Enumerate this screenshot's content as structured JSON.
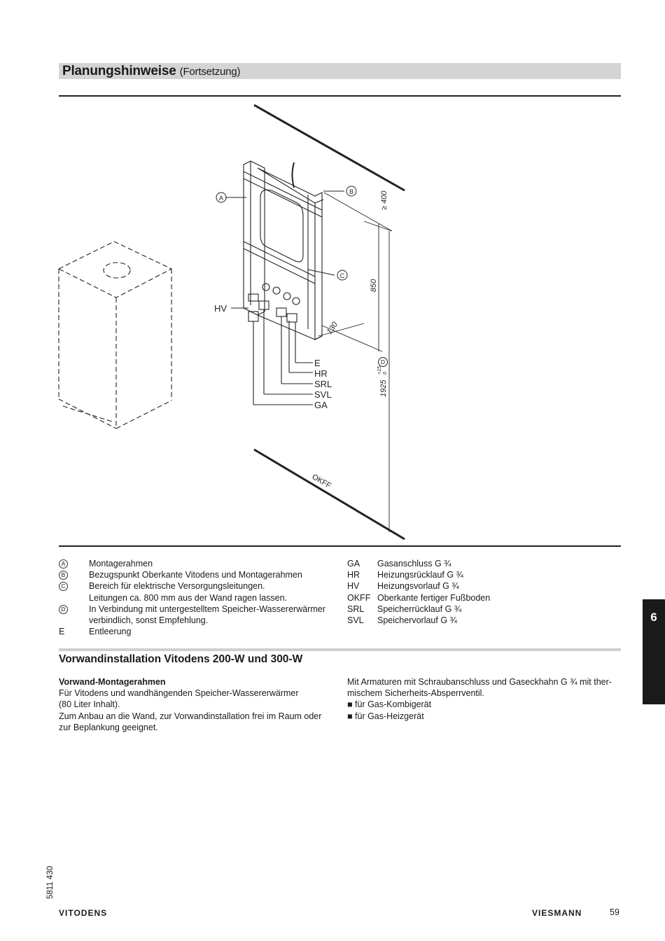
{
  "header": {
    "title": "Planungshinweise",
    "subtitle": "(Fortsetzung)"
  },
  "figure": {
    "labels": {
      "A": "A",
      "B": "B",
      "C": "C",
      "D": "D",
      "HV": "HV",
      "E": "E",
      "HR": "HR",
      "SRL": "SRL",
      "SVL": "SVL",
      "GA": "GA",
      "OKFF": "OKFF"
    },
    "dimensions": {
      "top": "≥ 400",
      "height": "850",
      "depth": "130",
      "total": "1925",
      "total_tol_plus": "+15",
      "total_tol_minus": "0"
    }
  },
  "legend_left": [
    {
      "key": "A",
      "text": "Montagerahmen"
    },
    {
      "key": "B",
      "text": "Bezugspunkt Oberkante Vitodens und Montagerahmen"
    },
    {
      "key": "C",
      "text": "Bereich für elektrische Versorgungsleitungen."
    },
    {
      "key": "",
      "text": "Leitungen ca. 800 mm aus der Wand ragen lassen."
    },
    {
      "key": "D",
      "text": "In Verbindung mit untergestelltem Speicher-Wassererwärmer"
    },
    {
      "key": "",
      "text": "verbindlich, sonst Empfehlung."
    },
    {
      "key": "E",
      "text": "Entleerung"
    }
  ],
  "legend_right": [
    {
      "key": "GA",
      "text": "Gasanschluss G ¾"
    },
    {
      "key": "HR",
      "text": "Heizungsrücklauf G ¾"
    },
    {
      "key": "HV",
      "text": "Heizungsvorlauf G ¾"
    },
    {
      "key": "OKFF",
      "text": "Oberkante fertiger Fußboden"
    },
    {
      "key": "SRL",
      "text": "Speicherrücklauf G ¾"
    },
    {
      "key": "SVL",
      "text": "Speichervorlauf G ¾"
    }
  ],
  "section": {
    "title": "Vorwandinstallation Vitodens 200-W und 300-W",
    "left": {
      "subhead": "Vorwand-Montagerahmen",
      "lines": [
        "Für Vitodens und wandhängenden Speicher-Wassererwärmer",
        "(80 Liter Inhalt).",
        "Zum Anbau an die Wand, zur Vorwandinstallation frei im Raum oder",
        "zur Beplankung geeignet."
      ]
    },
    "right": {
      "lines": [
        "Mit Armaturen mit Schraubanschluss und Gaseckhahn G ¾ mit ther-",
        "mischem Sicherheits-Absperrventil.",
        "■ für Gas-Kombigerät",
        "■ für Gas-Heizgerät"
      ]
    }
  },
  "side_tab": "6",
  "footer": {
    "doc_number": "5811 430",
    "brand_left": "VITODENS",
    "brand_right": "VIESMANN",
    "page": "59"
  }
}
